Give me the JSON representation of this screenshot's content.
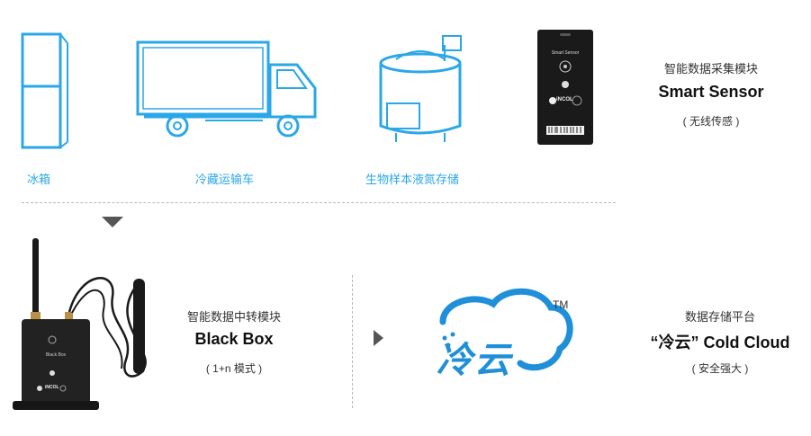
{
  "top_row": {
    "fridge_label": "冰箱",
    "truck_label": "冷藏运输车",
    "tank_label": "生物样本液氮存储",
    "sensor_cn": "智能数据采集模块",
    "sensor_en": "Smart Sensor",
    "sensor_note": "( 无线传感 )"
  },
  "sensor_card": {
    "title": "Smart Sensor",
    "brand": "iNCOL"
  },
  "bottom_row": {
    "box_cn": "智能数据中转模块",
    "box_en": "Black Box",
    "box_note": "( 1+n 模式 )",
    "cloud_logo_text": "冷云",
    "cloud_tm": "TM",
    "cloud_cn": "数据存储平台",
    "cloud_en": "“冷云” Cold Cloud",
    "cloud_note": "( 安全强大 )"
  },
  "black_box_device": {
    "label": "Black Box",
    "brand": "iNCOL"
  },
  "colors": {
    "accent_blue": "#2aa7e8",
    "cloud_blue": "#1e8fd8",
    "device_dark": "#1c1c1c"
  }
}
